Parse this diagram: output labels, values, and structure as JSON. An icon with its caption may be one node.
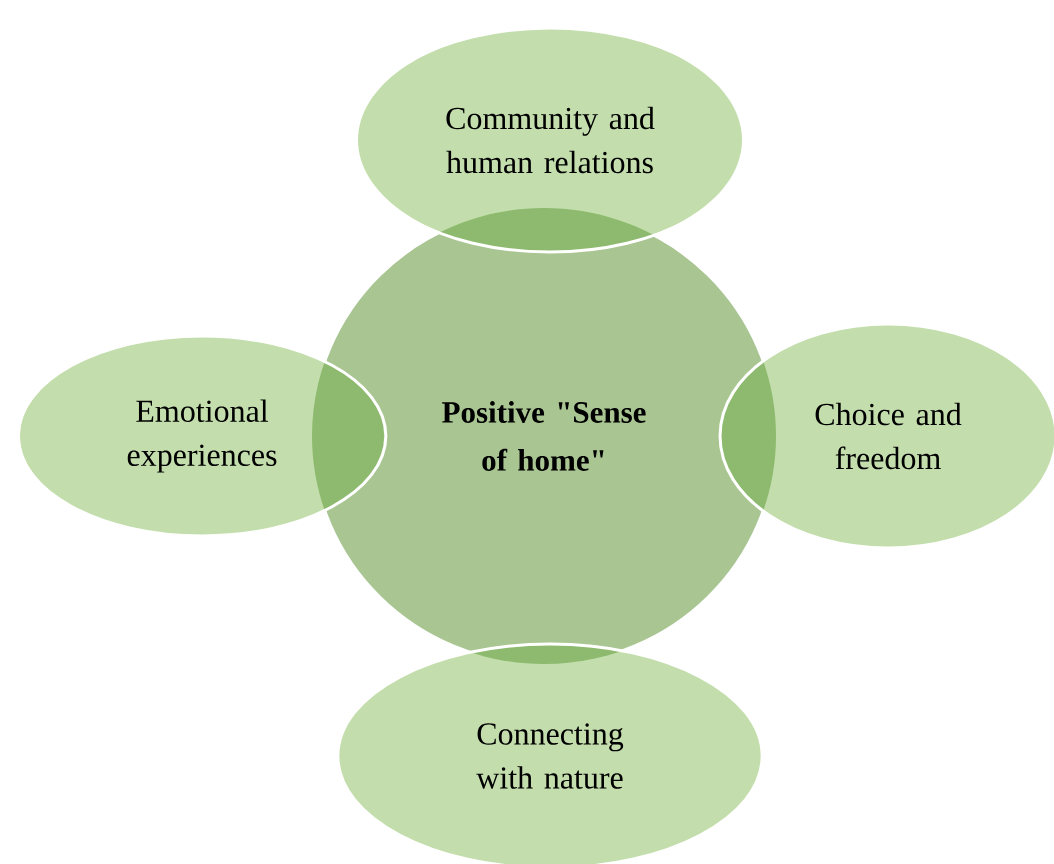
{
  "diagram": {
    "nodes": [
      {
        "text": [
          "Community and human relations"
        ]
      },
      {
        "text": [
          "Emotional experiences"
        ]
      },
      {
        "text": [
          "Positive \"Sense of home\""
        ]
      },
      {
        "text": [
          "Choice and freedom"
        ]
      },
      {
        "text": [
          "Connecting with nature"
        ]
      }
    ]
  }
}
